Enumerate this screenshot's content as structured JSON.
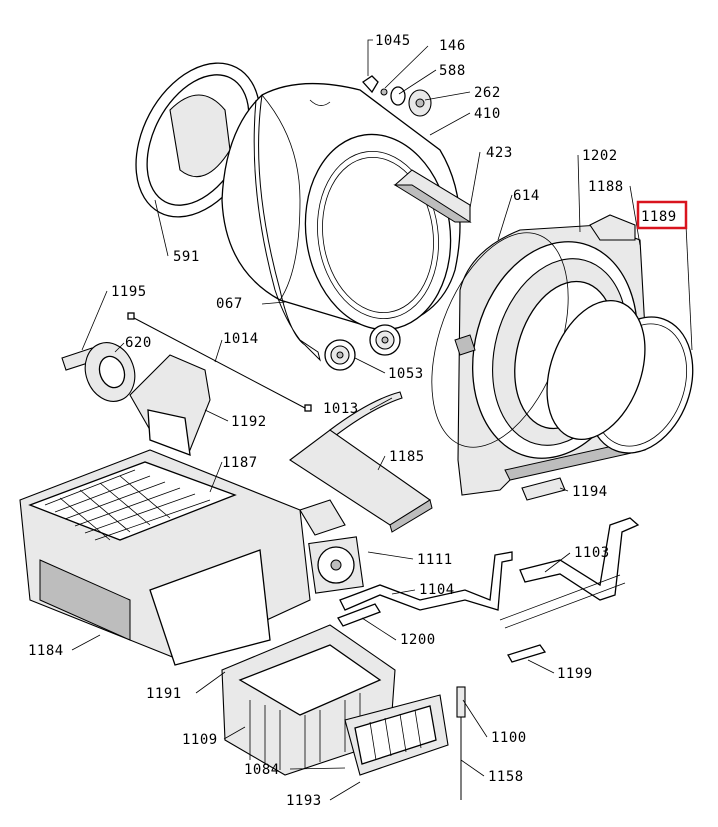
{
  "callouts": {
    "c1045": "1045",
    "c146": "146",
    "c588": "588",
    "c262": "262",
    "c410": "410",
    "c423": "423",
    "c1202": "1202",
    "c1188": "1188",
    "c1189": "1189",
    "c614": "614",
    "c591": "591",
    "c1195": "1195",
    "c067": "067",
    "c1014": "1014",
    "c620": "620",
    "c1053": "1053",
    "c1192": "1192",
    "c1013": "1013",
    "c1187": "1187",
    "c1185": "1185",
    "c1194": "1194",
    "c1111": "1111",
    "c1103": "1103",
    "c1104": "1104",
    "c1184": "1184",
    "c1200": "1200",
    "c1199": "1199",
    "c1191": "1191",
    "c1109": "1109",
    "c1100": "1100",
    "c1084": "1084",
    "c1158": "1158",
    "c1193": "1193"
  },
  "highlight": {
    "target": "1189",
    "color": "#d9141e"
  }
}
